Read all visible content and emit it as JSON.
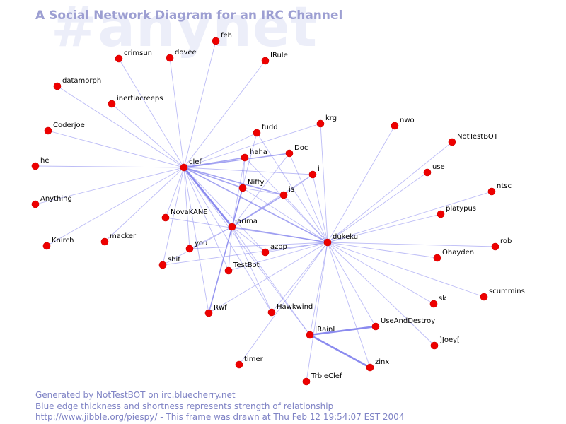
{
  "header": {
    "watermark": "#anynet",
    "title": "A Social Network Diagram for an IRC Channel"
  },
  "footer": {
    "line1": "Generated by NotTestBOT on irc.bluecherry.net",
    "line2": "Blue edge thickness and shortness represents strength of relationship",
    "line3": "http://www.jibble.org/piespy/ - This frame was drawn at Thu Feb 12 19:54:07 EST 2004"
  },
  "colors": {
    "node": "#ee0000",
    "node_outline": "#cc0000",
    "edge": "#8585ee",
    "title": "#9d9fd2",
    "watermark": "#eceef9"
  },
  "graph": {
    "nodes": [
      {
        "id": "clef",
        "label": "clef"
      },
      {
        "id": "dukeku",
        "label": "dukeku"
      },
      {
        "id": "arima",
        "label": "arima"
      },
      {
        "id": "feh",
        "label": "feh"
      },
      {
        "id": "crimsun",
        "label": "crimsun"
      },
      {
        "id": "dovee",
        "label": "dovee"
      },
      {
        "id": "IRule",
        "label": "IRule"
      },
      {
        "id": "datamorph",
        "label": "datamorph"
      },
      {
        "id": "inertiacreeps",
        "label": "inertiacreeps"
      },
      {
        "id": "Coderjoe",
        "label": "Coderjoe"
      },
      {
        "id": "he",
        "label": "he"
      },
      {
        "id": "Anything",
        "label": "Anything"
      },
      {
        "id": "Knirch",
        "label": "Knirch"
      },
      {
        "id": "macker",
        "label": "macker"
      },
      {
        "id": "NovaKANE",
        "label": "NovaKANE"
      },
      {
        "id": "you",
        "label": "you"
      },
      {
        "id": "shit",
        "label": "shit"
      },
      {
        "id": "fudd",
        "label": "fudd"
      },
      {
        "id": "haha",
        "label": "haha"
      },
      {
        "id": "Doc",
        "label": "Doc"
      },
      {
        "id": "krg",
        "label": "krg"
      },
      {
        "id": "i",
        "label": "i"
      },
      {
        "id": "Nifty",
        "label": "Nifty"
      },
      {
        "id": "is",
        "label": "is"
      },
      {
        "id": "azop",
        "label": "azop"
      },
      {
        "id": "TestBot",
        "label": "TestBot"
      },
      {
        "id": "Rwf",
        "label": "Rwf"
      },
      {
        "id": "Hawkwind",
        "label": "Hawkwind"
      },
      {
        "id": "timer",
        "label": "timer"
      },
      {
        "id": "IRainI",
        "label": "|RainI"
      },
      {
        "id": "TrbleClef",
        "label": "TrbleClef"
      },
      {
        "id": "UseAndDestroy",
        "label": "UseAndDestroy"
      },
      {
        "id": "zinx",
        "label": "zinx"
      },
      {
        "id": "nwo",
        "label": "nwo"
      },
      {
        "id": "NotTestBOT",
        "label": "NotTestBOT"
      },
      {
        "id": "use",
        "label": "use"
      },
      {
        "id": "ntsc",
        "label": "ntsc"
      },
      {
        "id": "platypus",
        "label": "platypus"
      },
      {
        "id": "rob",
        "label": "rob"
      },
      {
        "id": "Ohayden",
        "label": "Ohayden"
      },
      {
        "id": "sk",
        "label": "sk"
      },
      {
        "id": "scummins",
        "label": "scummins"
      },
      {
        "id": "Joey",
        "label": "]Joey["
      }
    ],
    "edges": [
      [
        "clef",
        "feh",
        1
      ],
      [
        "clef",
        "crimsun",
        1
      ],
      [
        "clef",
        "dovee",
        1
      ],
      [
        "clef",
        "IRule",
        1
      ],
      [
        "clef",
        "datamorph",
        1
      ],
      [
        "clef",
        "inertiacreeps",
        1
      ],
      [
        "clef",
        "Coderjoe",
        1
      ],
      [
        "clef",
        "he",
        1
      ],
      [
        "clef",
        "Anything",
        1
      ],
      [
        "clef",
        "Knirch",
        1
      ],
      [
        "clef",
        "macker",
        1
      ],
      [
        "clef",
        "NovaKANE",
        1
      ],
      [
        "clef",
        "you",
        1
      ],
      [
        "clef",
        "shit",
        1
      ],
      [
        "clef",
        "fudd",
        1
      ],
      [
        "clef",
        "haha",
        2
      ],
      [
        "clef",
        "Doc",
        2
      ],
      [
        "clef",
        "krg",
        1
      ],
      [
        "clef",
        "i",
        1
      ],
      [
        "clef",
        "Nifty",
        2
      ],
      [
        "clef",
        "is",
        2
      ],
      [
        "clef",
        "arima",
        3
      ],
      [
        "clef",
        "azop",
        1
      ],
      [
        "clef",
        "TestBot",
        1
      ],
      [
        "clef",
        "Rwf",
        1
      ],
      [
        "clef",
        "dukeku",
        2
      ],
      [
        "clef",
        "Hawkwind",
        1
      ],
      [
        "clef",
        "IRainI",
        1
      ],
      [
        "dukeku",
        "arima",
        2
      ],
      [
        "dukeku",
        "krg",
        1
      ],
      [
        "dukeku",
        "i",
        1
      ],
      [
        "dukeku",
        "fudd",
        1
      ],
      [
        "dukeku",
        "haha",
        1
      ],
      [
        "dukeku",
        "Doc",
        1
      ],
      [
        "dukeku",
        "Nifty",
        1
      ],
      [
        "dukeku",
        "is",
        1
      ],
      [
        "dukeku",
        "nwo",
        1
      ],
      [
        "dukeku",
        "NotTestBOT",
        1
      ],
      [
        "dukeku",
        "use",
        1
      ],
      [
        "dukeku",
        "ntsc",
        1
      ],
      [
        "dukeku",
        "platypus",
        1
      ],
      [
        "dukeku",
        "rob",
        1
      ],
      [
        "dukeku",
        "Ohayden",
        1
      ],
      [
        "dukeku",
        "sk",
        1
      ],
      [
        "dukeku",
        "scummins",
        1
      ],
      [
        "dukeku",
        "Joey",
        1
      ],
      [
        "dukeku",
        "UseAndDestroy",
        1
      ],
      [
        "dukeku",
        "zinx",
        1
      ],
      [
        "dukeku",
        "IRainI",
        1
      ],
      [
        "dukeku",
        "TrbleClef",
        1
      ],
      [
        "dukeku",
        "Hawkwind",
        1
      ],
      [
        "dukeku",
        "azop",
        1
      ],
      [
        "dukeku",
        "TestBot",
        1
      ],
      [
        "dukeku",
        "shit",
        1
      ],
      [
        "dukeku",
        "NovaKANE",
        1
      ],
      [
        "dukeku",
        "you",
        1
      ],
      [
        "dukeku",
        "Rwf",
        1
      ],
      [
        "dukeku",
        "timer",
        1
      ],
      [
        "arima",
        "Nifty",
        2
      ],
      [
        "arima",
        "is",
        2
      ],
      [
        "arima",
        "haha",
        1
      ],
      [
        "arima",
        "fudd",
        1
      ],
      [
        "arima",
        "Doc",
        1
      ],
      [
        "arima",
        "i",
        1
      ],
      [
        "arima",
        "Rwf",
        2
      ],
      [
        "arima",
        "TestBot",
        1
      ],
      [
        "arima",
        "azop",
        1
      ],
      [
        "arima",
        "Hawkwind",
        1
      ],
      [
        "arima",
        "you",
        1
      ],
      [
        "arima",
        "IRainI",
        1
      ],
      [
        "arima",
        "shit",
        1
      ],
      [
        "IRainI",
        "UseAndDestroy",
        3
      ],
      [
        "IRainI",
        "zinx",
        3
      ],
      [
        "Nifty",
        "Rwf",
        1
      ],
      [
        "Nifty",
        "is",
        1
      ],
      [
        "is",
        "i",
        1
      ],
      [
        "haha",
        "Nifty",
        1
      ]
    ]
  }
}
